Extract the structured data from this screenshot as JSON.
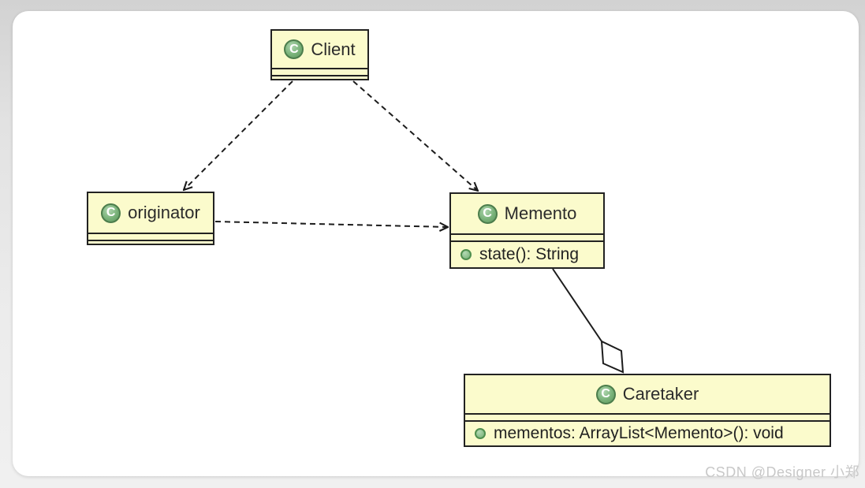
{
  "diagram": {
    "type": "uml-class-diagram",
    "pattern": "Memento",
    "classes": {
      "client": {
        "icon_letter": "C",
        "name": "Client",
        "fields": [],
        "methods": []
      },
      "originator": {
        "icon_letter": "C",
        "name": "originator",
        "fields": [],
        "methods": []
      },
      "memento": {
        "icon_letter": "C",
        "name": "Memento",
        "fields": [],
        "method": "state(): String"
      },
      "caretaker": {
        "icon_letter": "C",
        "name": "Caretaker",
        "fields": [],
        "method": "mementos: ArrayList<Memento>(): void"
      }
    },
    "relations": [
      {
        "from": "Client",
        "to": "originator",
        "line": "dashed",
        "head": "open-arrow"
      },
      {
        "from": "Client",
        "to": "Memento",
        "line": "dashed",
        "head": "open-arrow"
      },
      {
        "from": "originator",
        "to": "Memento",
        "line": "dashed",
        "head": "open-arrow"
      },
      {
        "from": "Memento",
        "to": "Caretaker",
        "line": "solid",
        "head": "hollow-diamond"
      }
    ]
  },
  "watermark": "CSDN @Designer 小郑",
  "colors": {
    "class_fill": "#fbfbcc",
    "class_border": "#222222",
    "icon_green": "#79b279",
    "icon_ring": "#4c7d4c",
    "line_color": "#1c1c1c",
    "canvas": "#ffffff",
    "page_background": "#e2e2e2",
    "watermark_text": "#c8c8c8"
  }
}
